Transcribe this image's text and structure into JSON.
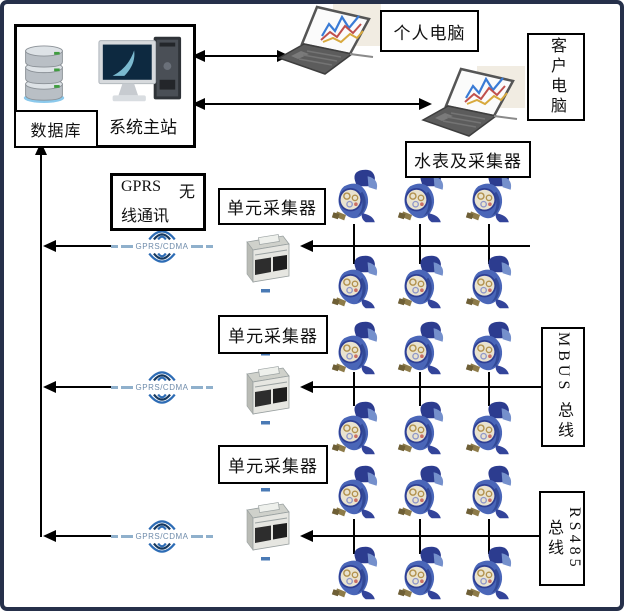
{
  "station": {
    "db_label": "数据库",
    "host_label": "系统主站"
  },
  "pc_box": {
    "label": "个人电脑"
  },
  "client_box": {
    "label": "客户电脑"
  },
  "meters_box": {
    "label": "水表及采集器"
  },
  "gprs_box": {
    "word1": "GPRS",
    "word2": "无",
    "line2": "线通讯"
  },
  "unit_box": {
    "label": "单元采集器"
  },
  "gprs_icon": {
    "label": "GPRS/CDMA"
  },
  "mbus_box": {
    "label": "MBUS 总线"
  },
  "rs485_box": {
    "label": "RS485 总线"
  },
  "icons": {
    "database-icon": "stacked-gray-cylinders-with-blue-glow",
    "host-computer-icon": "monitor-with-tower",
    "laptop-icon": "laptop-with-line-chart-screen",
    "water-meter-icon": "blue-water-meter-with-dial",
    "unit-collector-icon": "gray-din-rail-collector-device",
    "gprs-cdma-icon": "radio-wave-arcs-with-label"
  },
  "colors": {
    "frame_border": "#26304a",
    "line_black": "#000000",
    "arc_blue": "#2d6cb5",
    "arc_navy": "#17395f",
    "dash_blue": "#8fb0cc",
    "meter_blue": "#4a66b8",
    "meter_navy": "#2c3c8f"
  }
}
